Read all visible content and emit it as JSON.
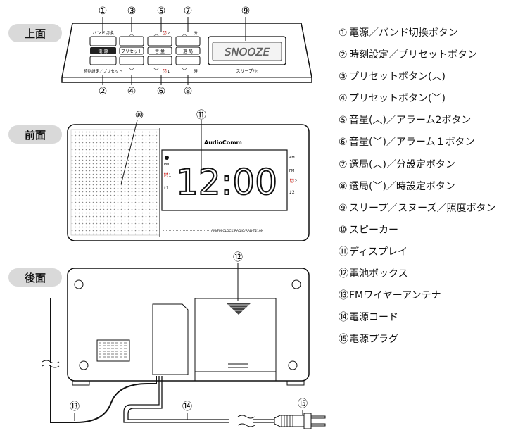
{
  "sections": {
    "top": "上面",
    "front": "前面",
    "back": "後面"
  },
  "callout_numbers": [
    "①",
    "②",
    "③",
    "④",
    "⑤",
    "⑥",
    "⑦",
    "⑧",
    "⑨",
    "⑩",
    "⑪",
    "⑫",
    "⑬",
    "⑭",
    "⑮"
  ],
  "device": {
    "btn1_label": "バンド切換",
    "btn1_face": "電 源",
    "btn2_label": "時刻設定／プリセット",
    "btn3_face": "プリセット",
    "btn5_face": "音 量",
    "btn7_face": "選 局",
    "snooze": "SNOOZE",
    "sleep_label": "スリープ/☼",
    "alarm2_up": "⏰2",
    "alarm1_dn": "⏰1",
    "min_up": "分",
    "hour_dn": "時",
    "brand": "AudioComm",
    "clock": "12:00",
    "pm": "PM",
    "am": "AM",
    "fm": "FM",
    "model": "AM/FM CLOCK RADIO/RAD-T210N"
  },
  "legend": [
    {
      "num": "①",
      "text": "電源／バンド切換ボタン"
    },
    {
      "num": "②",
      "text": "時刻設定／プリセットボタン"
    },
    {
      "num": "③",
      "text": "プリセットボタン(︿)"
    },
    {
      "num": "④",
      "text": "プリセットボタン(﹀)"
    },
    {
      "num": "⑤",
      "text": "音量(︿)／アラーム2ボタン"
    },
    {
      "num": "⑥",
      "text": "音量(﹀)／アラーム１ボタン"
    },
    {
      "num": "⑦",
      "text": "選局(︿)／分設定ボタン"
    },
    {
      "num": "⑧",
      "text": "選局(﹀)／時設定ボタン"
    },
    {
      "num": "⑨",
      "text": "スリープ／スヌーズ／照度ボタン"
    },
    {
      "num": "⑩",
      "text": "スピーカー"
    },
    {
      "num": "⑪",
      "text": "ディスプレイ"
    },
    {
      "num": "⑫",
      "text": "電池ボックス"
    },
    {
      "num": "⑬",
      "text": "FMワイヤーアンテナ"
    },
    {
      "num": "⑭",
      "text": "電源コード"
    },
    {
      "num": "⑮",
      "text": "電源プラグ"
    }
  ]
}
